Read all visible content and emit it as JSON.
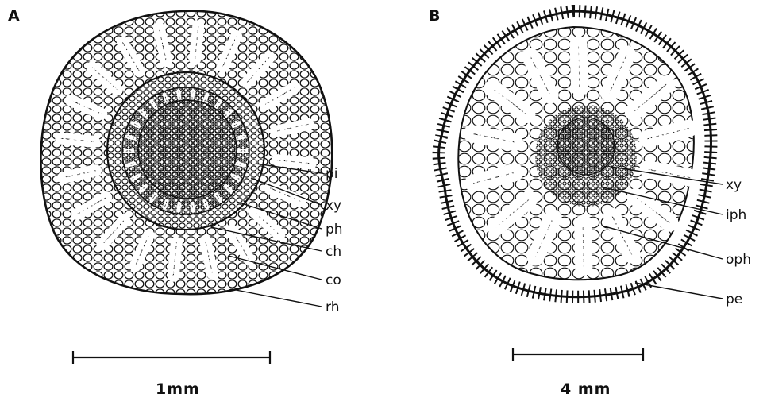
{
  "panels": [
    {
      "letter": "A",
      "labels": [
        "pi",
        "xy",
        "ph",
        "ch",
        "co",
        "rh"
      ],
      "scale_text": "1mm"
    },
    {
      "letter": "B",
      "labels": [
        "xy",
        "iph",
        "oph",
        "pe"
      ],
      "scale_text": "4 mm"
    }
  ]
}
